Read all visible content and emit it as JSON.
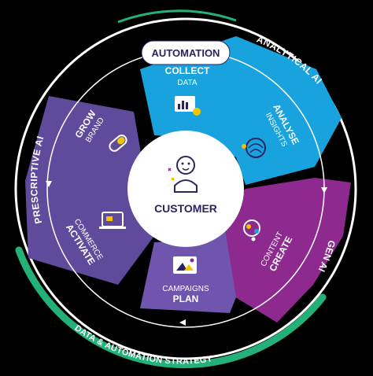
{
  "center": {
    "label": "CUSTOMER"
  },
  "top_banner": {
    "label": "AUTOMATION"
  },
  "outer_arcs": {
    "top_right": "ANALYTICAL AI",
    "right": "GEN AI",
    "left": "PRESCRIPTIVE AI",
    "bottom": "DATA & AUTOMATION STRATEGY"
  },
  "segments": {
    "collect": {
      "verb": "COLLECT",
      "noun": "DATA",
      "icon": "chart-icon"
    },
    "analyse": {
      "verb": "ANALYSE",
      "noun": "INSIGHTS",
      "icon": "brain-icon"
    },
    "create": {
      "verb": "CREATE",
      "noun": "CONTENT",
      "icon": "content-icon"
    },
    "plan": {
      "verb": "PLAN",
      "noun": "CAMPAIGNS",
      "icon": "image-icon"
    },
    "activate": {
      "verb": "ACTIVATE",
      "noun": "COMMERCE",
      "icon": "laptop-icon"
    },
    "grow": {
      "verb": "GROW",
      "noun": "BRAND",
      "icon": "capsule-icon"
    }
  },
  "colors": {
    "blue": "#18a3de",
    "magenta": "#8e2a8f",
    "purple": "#5f4a9c",
    "purple_dark": "#4b3a82",
    "green": "#23b179",
    "navy": "#2a2560",
    "yellow": "#f5c400"
  }
}
